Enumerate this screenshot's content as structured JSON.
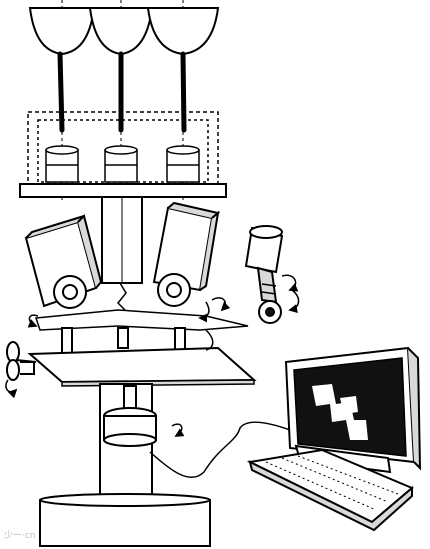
{
  "figure": {
    "type": "apparatus line drawing",
    "colors": {
      "line": "#000000",
      "fill": "#ffffff",
      "shade": "#d9d9d9",
      "dark": "#111111"
    },
    "parts": [
      {
        "name": "hopper",
        "count": 3
      },
      {
        "name": "needle",
        "count": 3
      },
      {
        "name": "sample-cup",
        "count": 3
      },
      {
        "name": "camera",
        "count": 3
      },
      {
        "name": "rotation-arrow",
        "count": 7
      },
      {
        "name": "computer-monitor",
        "count": 1
      },
      {
        "name": "keyboard",
        "count": 1
      }
    ]
  },
  "watermark": {
    "text": "少一·cn"
  }
}
